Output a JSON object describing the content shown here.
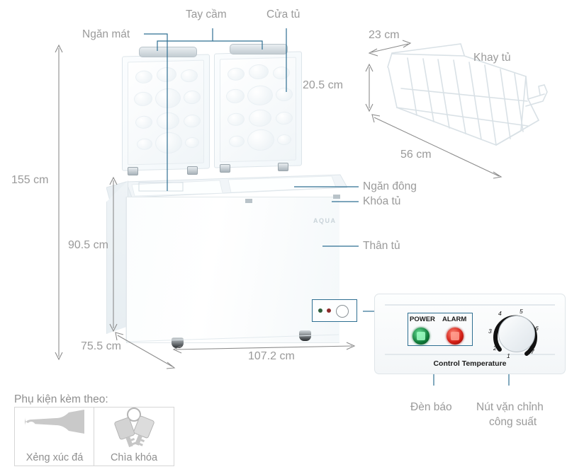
{
  "diagram": {
    "title": "Chest freezer dimension diagram",
    "brand_logo": "AQUA",
    "line_color": "#2f6f92",
    "text_color": "#9a9a9a",
    "arrow_color": "#8c8c8c"
  },
  "dimensions": {
    "overall_height": "155 cm",
    "body_height": "90.5 cm",
    "depth": "75.5 cm",
    "width": "107.2 cm",
    "basket_depth": "23 cm",
    "basket_height": "20.5 cm",
    "basket_length": "56 cm"
  },
  "callouts": {
    "cooler_compartment": "Ngăn mát",
    "handle": "Tay cầm",
    "lid": "Cửa tủ",
    "basket": "Khay tủ",
    "freezer_compartment": "Ngăn đông",
    "lock": "Khóa tủ",
    "cabinet_body": "Thân tủ",
    "indicator_lights": "Đèn báo",
    "power_knob_line1": "Nút vặn chỉnh",
    "power_knob_line2": "công suất"
  },
  "control_panel": {
    "power_label": "POWER",
    "alarm_label": "ALARM",
    "title": "Control Temperature",
    "dial_numbers": [
      "1",
      "2",
      "3",
      "4",
      "5",
      "6",
      "7"
    ],
    "power_color": "#0f7a38",
    "alarm_color": "#d11b12"
  },
  "accessories": {
    "heading": "Phụ kiện kèm theo:",
    "items": [
      {
        "label": "Xẻng xúc đá",
        "icon": "ice-scoop-icon"
      },
      {
        "label": "Chìa khóa",
        "icon": "keys-icon"
      }
    ]
  }
}
